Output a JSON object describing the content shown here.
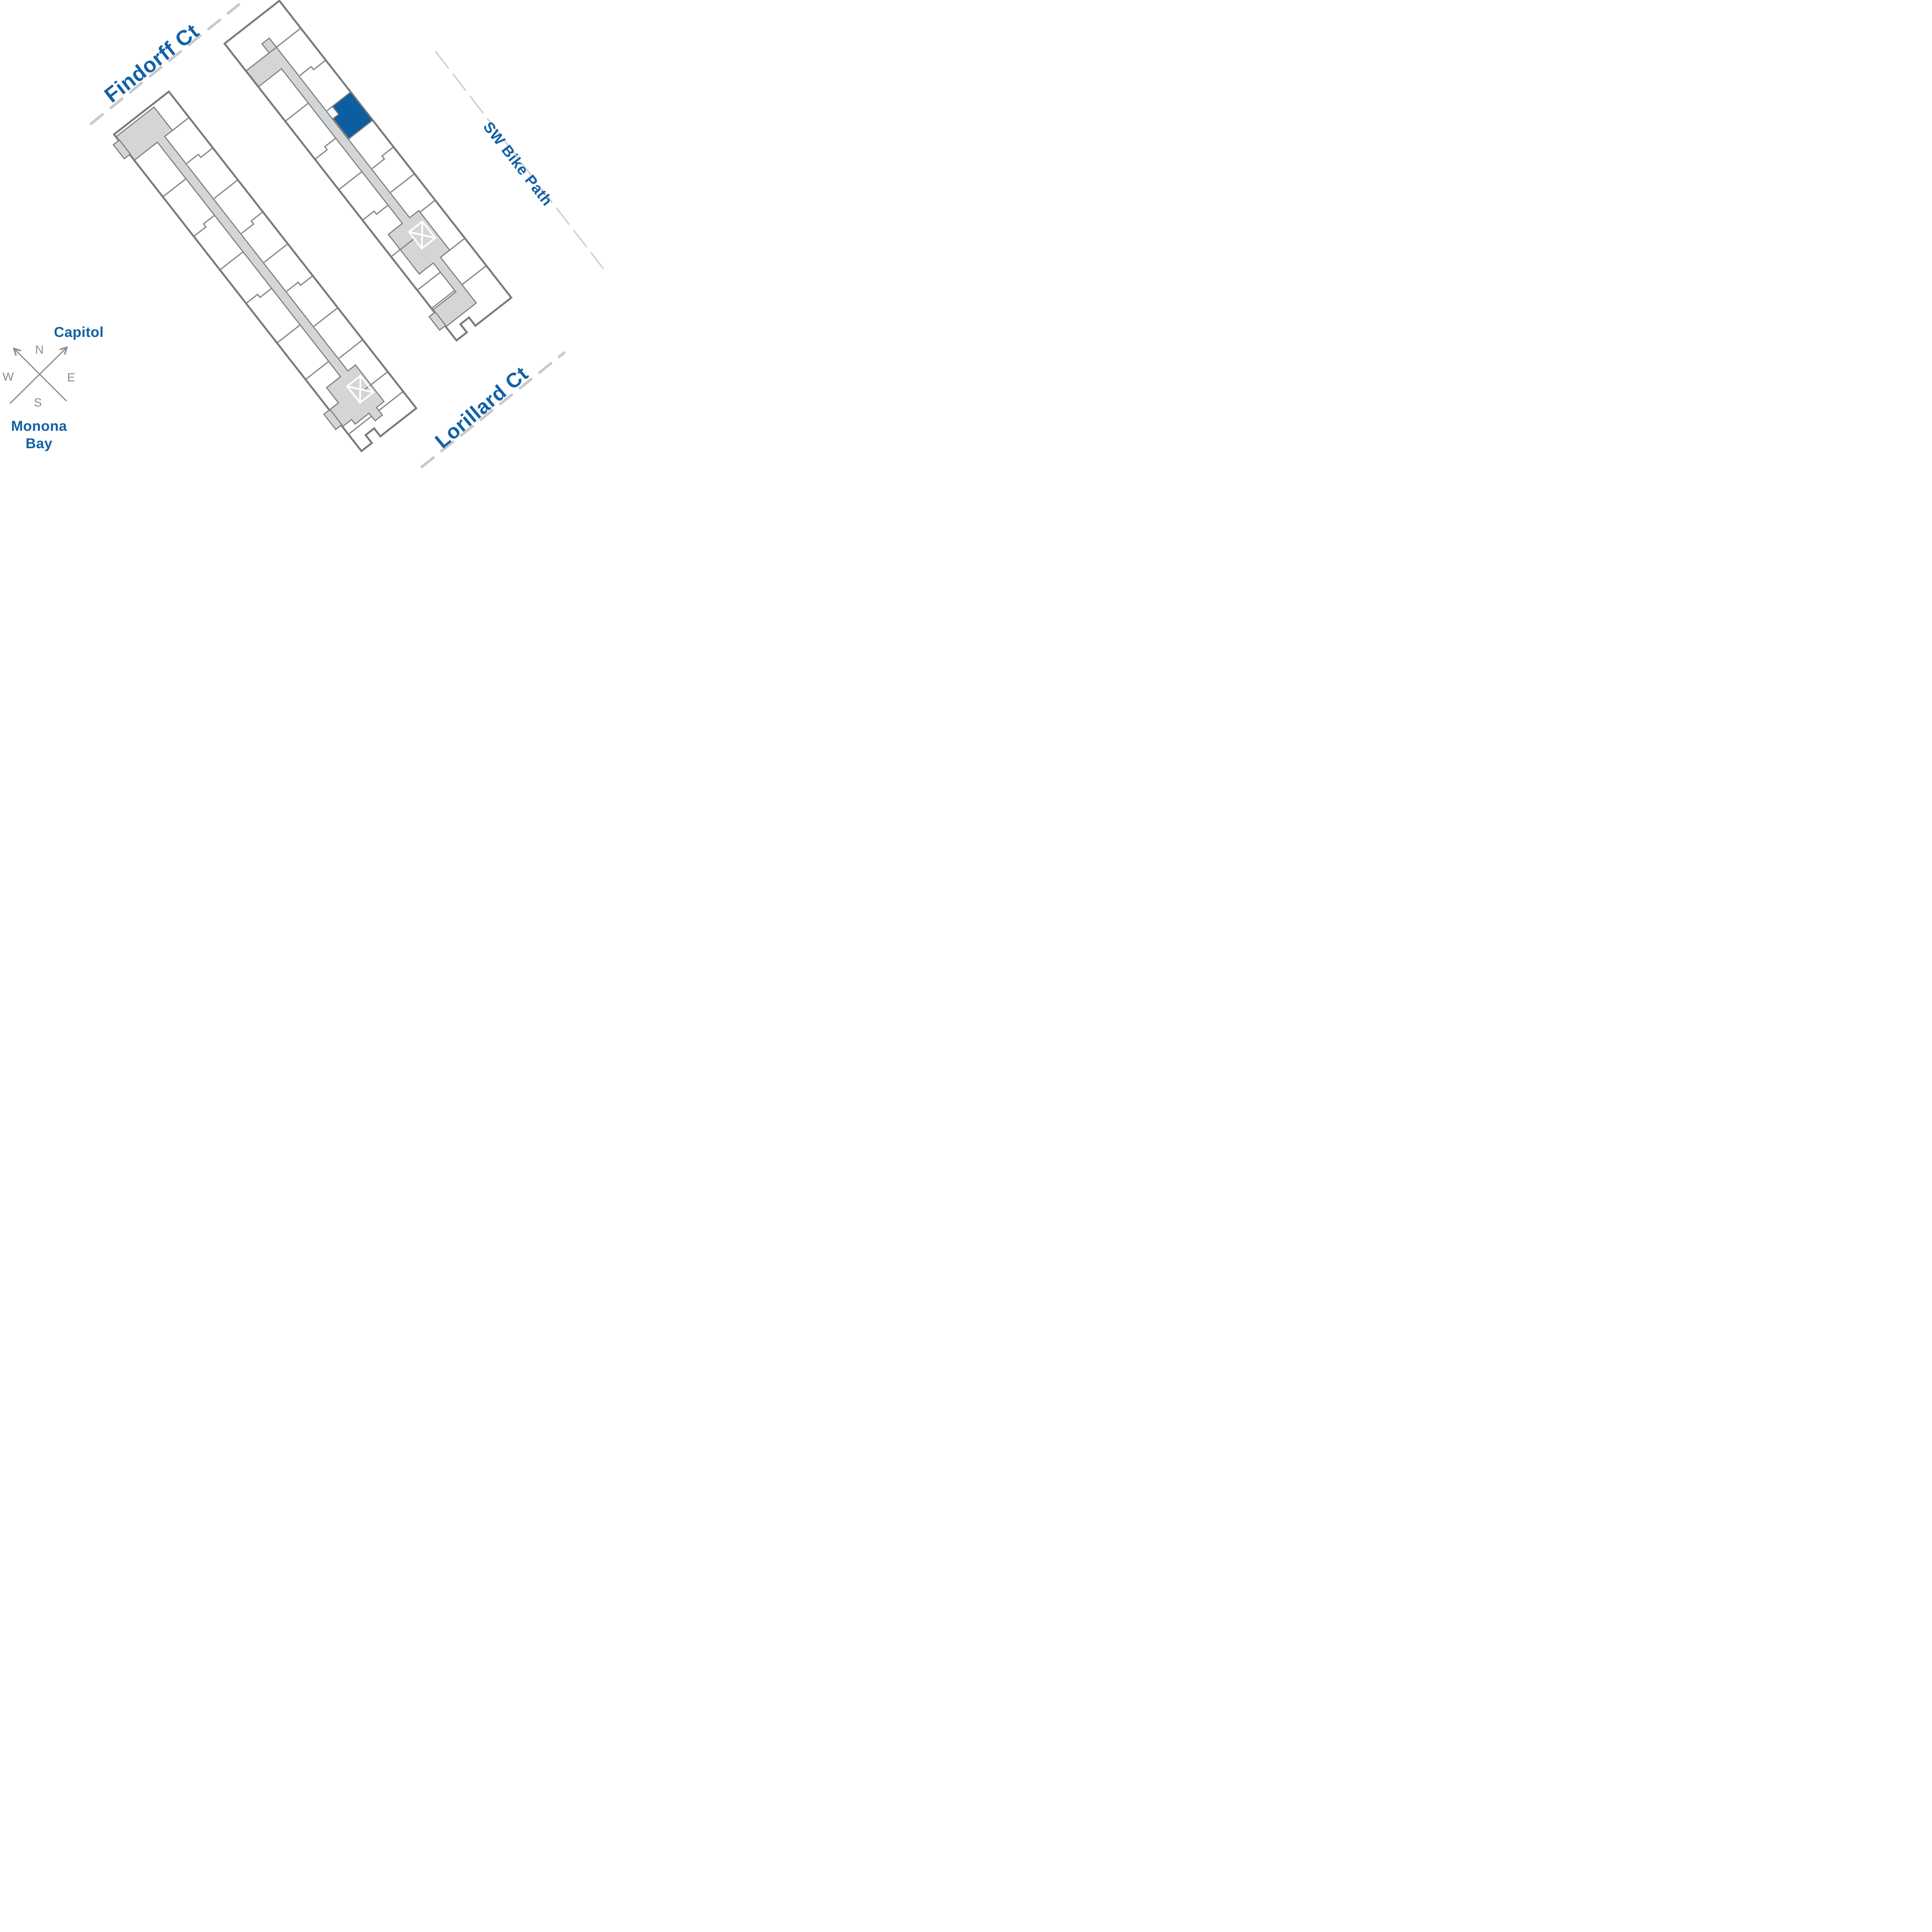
{
  "labels": {
    "findorff": "Findorff Ct",
    "bike_path": "SW Bike Path",
    "lorillard": "Lorillard Ct",
    "capitol": "Capitol",
    "monona_line1": "Monona",
    "monona_line2": "Bay"
  },
  "compass": {
    "n": "N",
    "e": "E",
    "s": "S",
    "w": "W"
  },
  "colors": {
    "accent_blue_unit": "#0d5da1",
    "label_blue": "#1261a6",
    "wall_gray": "#797b7e",
    "corridor_gray": "#d4d5d6",
    "dash_gray": "#c9cacc",
    "compass_gray": "#8b8d90"
  },
  "map": {
    "selected_unit": {
      "building": "north-building",
      "state": "highlighted"
    },
    "buildings": [
      {
        "id": "north-building",
        "has_elevator": true
      },
      {
        "id": "south-building",
        "has_elevator": true
      }
    ],
    "elevator_symbol": "boxed-x"
  }
}
